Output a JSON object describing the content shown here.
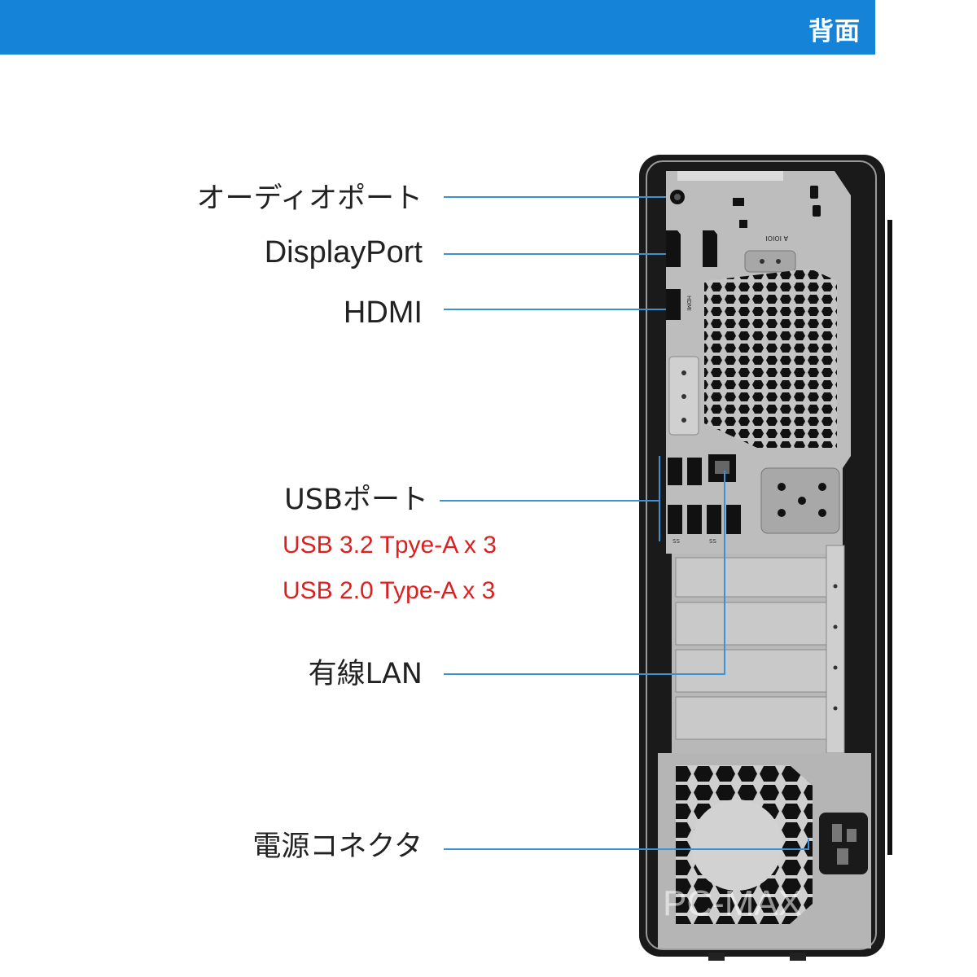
{
  "banner": {
    "title": "背面",
    "color": "#1583d8"
  },
  "labels": {
    "audio": "オーディオポート",
    "displayport": "DisplayPort",
    "hdmi": "HDMI",
    "usb": "USBポート",
    "lan": "有線LAN",
    "power": "電源コネクタ"
  },
  "usb_details": [
    "USB 3.2 Tpye-A  x 3",
    "USB 2.0 Type-A  x 3"
  ],
  "port_markings": {
    "serial": "A IOIOI",
    "hdmi": "HDMI",
    "ss": "SS"
  },
  "watermark": "PC-MAX",
  "colors": {
    "leader_line": "#3d8fd6",
    "sub_text": "#dd1f1f",
    "chassis": "#1a1a1a",
    "panel": "#b9b9b9"
  }
}
